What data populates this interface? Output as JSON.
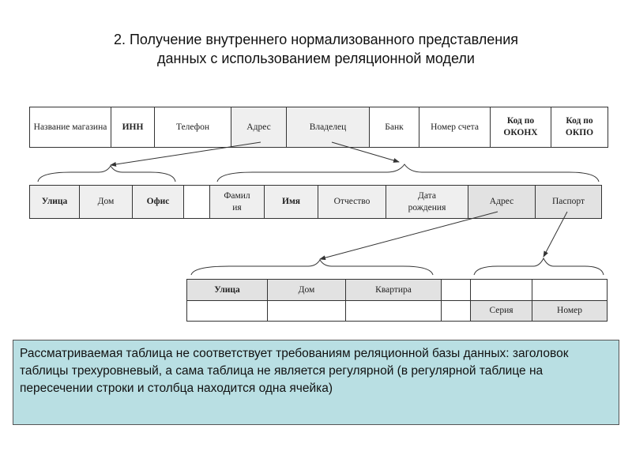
{
  "title": {
    "line1": "2. Получение внутреннего нормализованного представления",
    "line2": "данных с использованием реляционной модели"
  },
  "top_table": [
    "Название магазина",
    "ИНН",
    "Телефон",
    "Адрес",
    "Владелец",
    "Банк",
    "Номер счета",
    "Код по ОКОНХ",
    "Код по ОКПО"
  ],
  "address_table": [
    "Улица",
    "Дом",
    "Офис"
  ],
  "owner_table": [
    "Фамил ия",
    "Имя",
    "Отчество",
    "Дата рождения",
    "Адрес",
    "Паспорт"
  ],
  "owner_address_table": [
    "Улица",
    "Дом",
    "Квартира"
  ],
  "passport_table": [
    "Серия",
    "Номер"
  ],
  "note": "Рассматриваемая таблица не соответствует требованиям реляционной базы данных:  заголовок таблицы трехуровневый, а сама таблица не является регулярной (в регулярной таблице на пересечении строки и столбца находится одна ячейка)"
}
